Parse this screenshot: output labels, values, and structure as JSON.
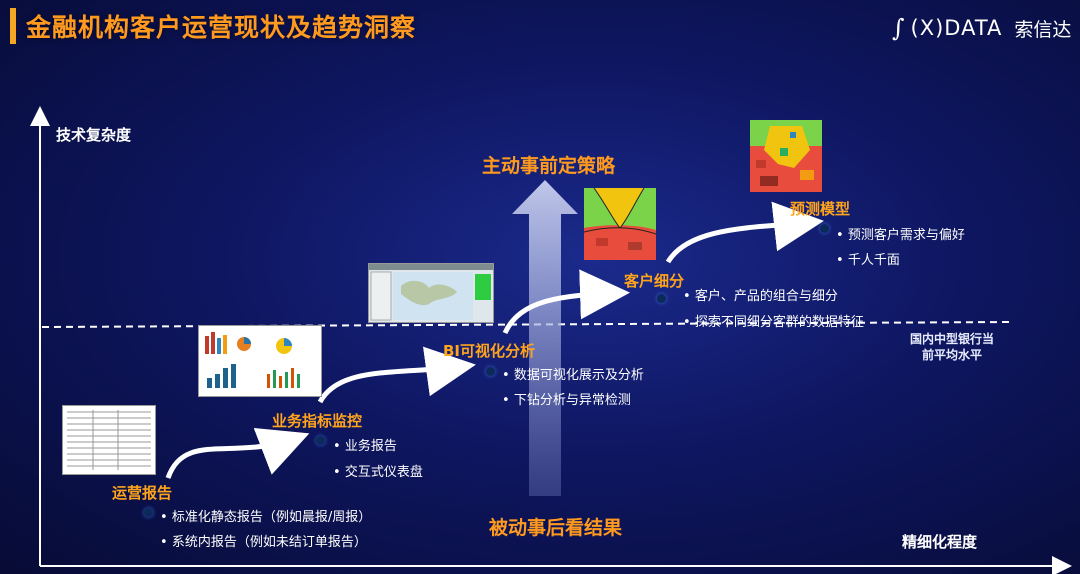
{
  "title": "金融机构客户运营现状及趋势洞察",
  "logo": {
    "mark": "∫",
    "text": "(X)DATA",
    "cn": "索信达"
  },
  "axes": {
    "y_label": "技术复杂度",
    "x_label": "精细化程度"
  },
  "reference_line": {
    "label_line1": "国内中型银行当",
    "label_line2": "前平均水平"
  },
  "arrow": {
    "top_label": "主动事前定策略",
    "bottom_label": "被动事后看结果"
  },
  "stages": [
    {
      "name": "运营报告",
      "bullets": [
        "标准化静态报告（例如晨报/周报）",
        "系统内报告（例如未结订单报告）"
      ]
    },
    {
      "name": "业务指标监控",
      "bullets": [
        "业务报告",
        "交互式仪表盘"
      ]
    },
    {
      "name": "BI可视化分析",
      "bullets": [
        "数据可视化展示及分析",
        "下钻分析与异常检测"
      ]
    },
    {
      "name": "客户细分",
      "bullets": [
        "客户、产品的组合与细分",
        "探索不同细分客群的数据特征"
      ]
    },
    {
      "name": "预测模型",
      "bullets": [
        "预测客户需求与偏好",
        "千人千面"
      ]
    }
  ],
  "colors": {
    "accent": "#ff9a1f",
    "background": "#0e1660"
  }
}
